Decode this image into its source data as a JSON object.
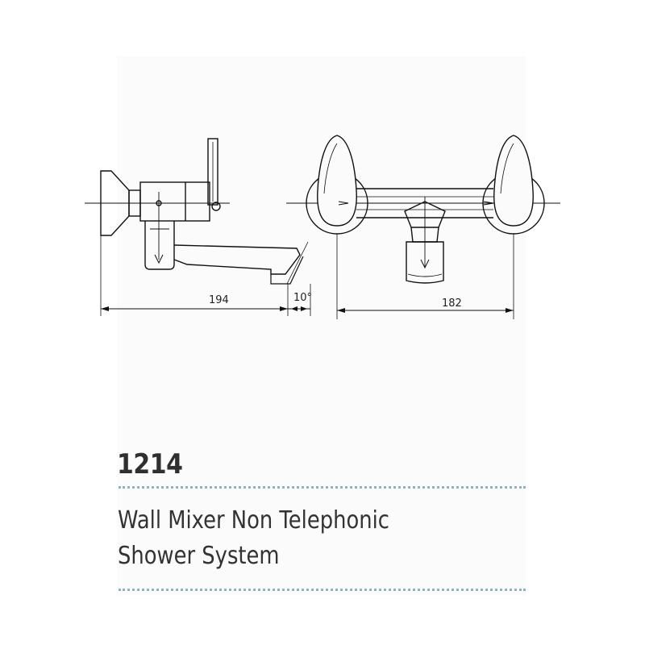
{
  "drawing": {
    "dimensions": {
      "side_width": "194",
      "side_angle": "10°",
      "front_width": "182"
    }
  },
  "product": {
    "code": "1214",
    "title_line1": "Wall Mixer Non Telephonic",
    "title_line2": "Shower System"
  },
  "colors": {
    "divider": "#8fb5b8",
    "text": "#333333",
    "line": "#111111"
  }
}
